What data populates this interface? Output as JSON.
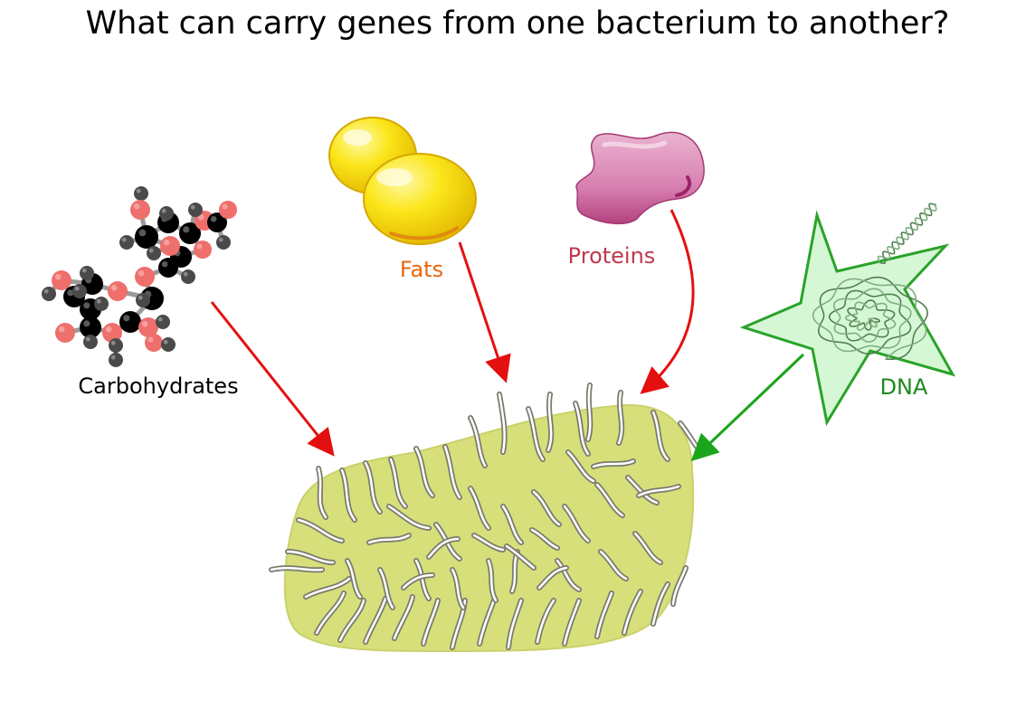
{
  "title": "What can carry genes from one bacterium to another?",
  "labels": {
    "carbohydrates": "Carbohydrates",
    "fats": "Fats",
    "proteins": "Proteins",
    "dna": "DNA"
  },
  "colors": {
    "carbohydrates_label": "#000000",
    "fats_label": "#e8670c",
    "proteins_label": "#c0394b",
    "dna_label": "#1e8a1e",
    "red_arrow": "#e41010",
    "green_arrow": "#1aa51a",
    "bacterium_fill": "#d6df7a",
    "star_fill": "#d6f7d6",
    "star_stroke": "#29a329",
    "fat_fill": "#f7e000",
    "protein_fill": "#dc86b4",
    "atom_carbon": "#000000",
    "atom_oxygen": "#ee6f6b",
    "atom_hydrogen": "#4a4a4a"
  }
}
